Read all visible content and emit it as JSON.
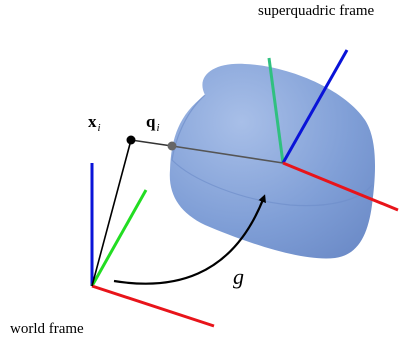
{
  "labels": {
    "superquadric_frame": "superquadric frame",
    "world_frame": "world frame",
    "point_x": {
      "symbol": "x",
      "subscript": "i"
    },
    "point_q": {
      "symbol": "q",
      "subscript": "i"
    },
    "transform": "g"
  },
  "colors": {
    "superquadric_fill": "#7f9ed6",
    "superquadric_top": "#9cb5e3",
    "axis_x": "#e8141a",
    "axis_y": "#22dd22",
    "axis_z": "#0a13d8",
    "sq_axis_y": "#30c080",
    "line": "#000000",
    "connector": "#555555",
    "point_q": "#666666"
  }
}
